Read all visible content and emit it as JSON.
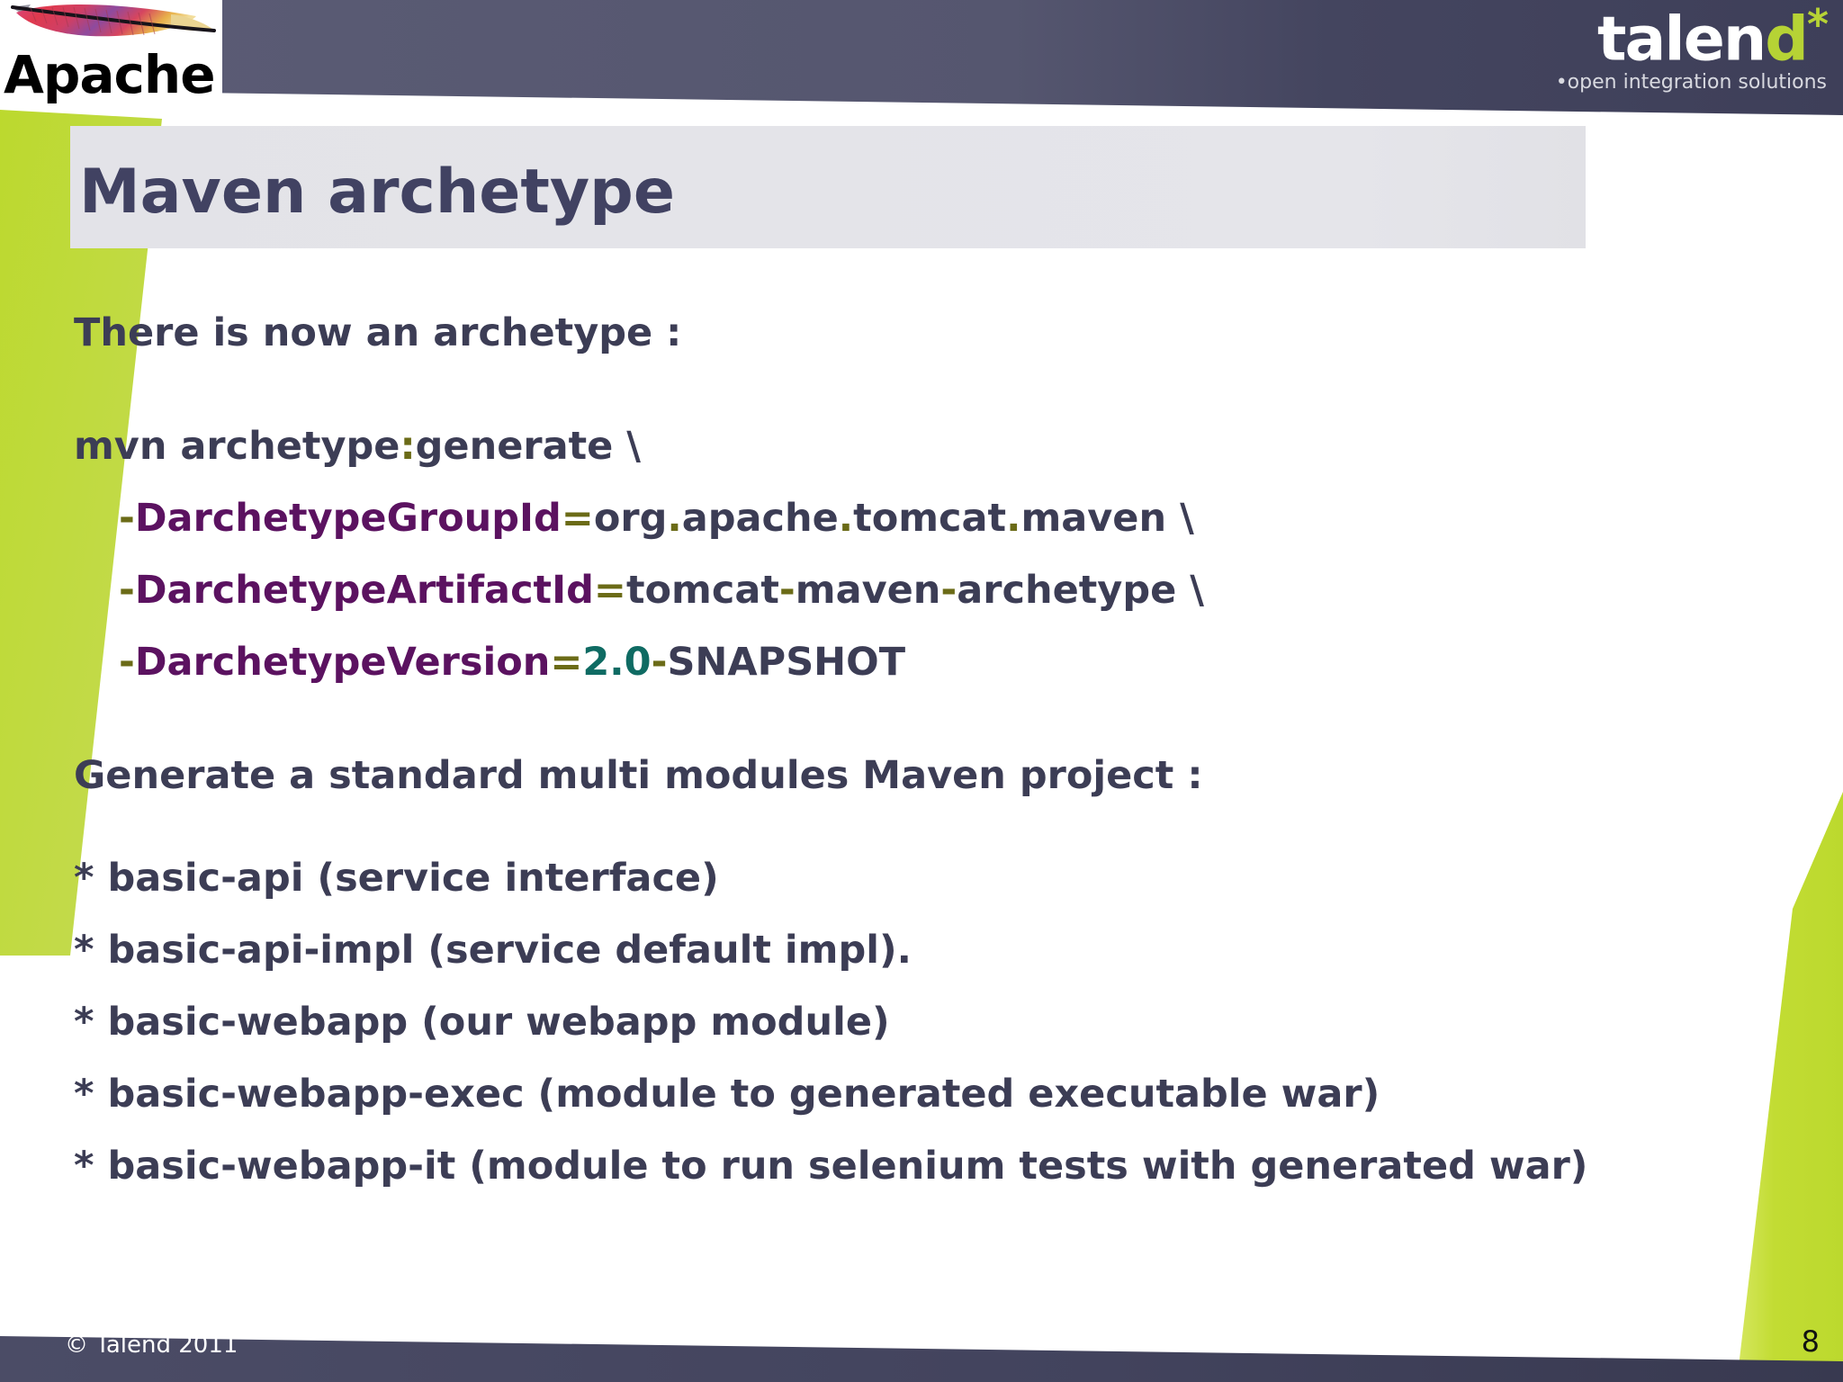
{
  "slide": {
    "title": "Maven archetype",
    "page_number": "8",
    "copyright": "© Talend 2011"
  },
  "brand": {
    "apache": {
      "wordmark": "Apache",
      "feather_icon": "apache-feather-icon"
    },
    "talend": {
      "word_part1": "talen",
      "word_part2": "d",
      "asterisk": "*",
      "tagline": "•open integration solutions"
    },
    "colors": {
      "lime": "#b6d335",
      "dark_slate": "#414262",
      "title_band": "#e4e4e8",
      "purple_flag": "#5b1260",
      "olive_punct": "#6b6b17",
      "teal_number": "#0f6b63",
      "body_text": "#3c3d55"
    }
  },
  "body": {
    "intro": "There is now an archetype :",
    "command": {
      "base": "mvn archetype",
      "colon": ":",
      "goal": "generate",
      "continuation": "\\",
      "args": [
        {
          "dash": "-",
          "flag": "DarchetypeGroupId",
          "equals": "=",
          "value_parts": [
            {
              "text": "org",
              "kind": "plain"
            },
            {
              "text": ".",
              "kind": "punct"
            },
            {
              "text": "apache",
              "kind": "plain"
            },
            {
              "text": ".",
              "kind": "punct"
            },
            {
              "text": "tomcat",
              "kind": "plain"
            },
            {
              "text": ".",
              "kind": "punct"
            },
            {
              "text": "maven",
              "kind": "plain"
            }
          ],
          "continuation": "\\"
        },
        {
          "dash": "-",
          "flag": "DarchetypeArtifactId",
          "equals": "=",
          "value_parts": [
            {
              "text": "tomcat",
              "kind": "plain"
            },
            {
              "text": "-",
              "kind": "punct"
            },
            {
              "text": "maven",
              "kind": "plain"
            },
            {
              "text": "-",
              "kind": "punct"
            },
            {
              "text": "archetype",
              "kind": "plain"
            }
          ],
          "continuation": "\\"
        },
        {
          "dash": "-",
          "flag": "DarchetypeVersion",
          "equals": "=",
          "value_parts": [
            {
              "text": "2.0",
              "kind": "number"
            },
            {
              "text": "-",
              "kind": "punct"
            },
            {
              "text": "SNAPSHOT",
              "kind": "plain"
            }
          ],
          "continuation": ""
        }
      ]
    },
    "generate_heading": "Generate a standard multi modules Maven project :",
    "modules": [
      "* basic-api (service interface)",
      "* basic-api-impl (service default impl).",
      "* basic-webapp (our webapp module)",
      "* basic-webapp-exec (module to generated executable war)",
      "* basic-webapp-it (module to run selenium tests with generated war)"
    ]
  }
}
